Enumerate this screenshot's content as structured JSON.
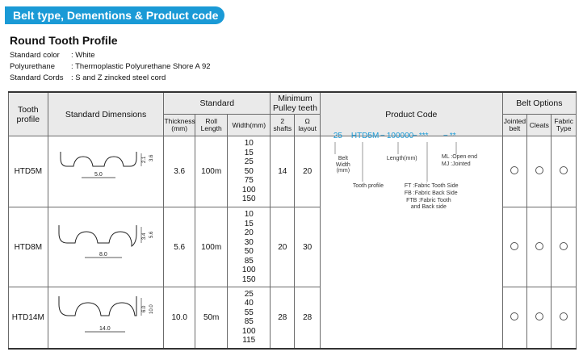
{
  "banner": "Belt type, Dementions & Product code",
  "title": "Round  Tooth Profile",
  "specs": [
    {
      "label": "Standard color",
      "value": ":  White"
    },
    {
      "label": "Polyurethane",
      "value": ":  Thermoplastic Polyurethane Shore A 92"
    },
    {
      "label": "Standard Cords",
      "value": ":  S and Z zincked steel cord"
    }
  ],
  "headers": {
    "tooth": "Tooth profile",
    "dims": "Standard Dimensions",
    "standard": "Standard",
    "minpulley": "Minimum Pulley teeth",
    "product": "Product Code",
    "options": "Belt Options",
    "thickness": "Thickness (mm)",
    "roll": "Roll Length",
    "width": "Width(mm)",
    "shafts2": "2 shafts",
    "omega": "Ω layout",
    "jointed": "Jointed belt",
    "cleats": "Cleats",
    "fabric": "Fabric Type"
  },
  "rows": [
    {
      "profile": "HTD5M",
      "thickness": "3.6",
      "roll": "100m",
      "widths": [
        "10",
        "15",
        "25",
        "50",
        "75",
        "100",
        "150"
      ],
      "shafts": "14",
      "omega": "20",
      "dim_w": "5.0",
      "dim_h1": "2.1",
      "dim_h2": "3.6"
    },
    {
      "profile": "HTD8M",
      "thickness": "5.6",
      "roll": "100m",
      "widths": [
        "10",
        "15",
        "20",
        "30",
        "50",
        "85",
        "100",
        "150"
      ],
      "shafts": "20",
      "omega": "30",
      "dim_w": "8.0",
      "dim_h1": "3.4",
      "dim_h2": "5.6"
    },
    {
      "profile": "HTD14M",
      "thickness": "10.0",
      "roll": "50m",
      "widths": [
        "25",
        "40",
        "55",
        "85",
        "100",
        "115"
      ],
      "shafts": "28",
      "omega": "28",
      "dim_w": "14.0",
      "dim_h1": "6.0",
      "dim_h2": "10.0"
    }
  ],
  "product_code": {
    "parts": [
      "25",
      "HTD5M",
      "100000",
      "***",
      "**"
    ],
    "belt_width": "Belt Width (mm)",
    "length": "Length(mm)",
    "tooth_profile": "Tooth profile",
    "ml": "ML :Open end",
    "mj": "MJ :Jointed",
    "ft": "FT  :Fabric Tooth Side",
    "fb": "FB  :Fabric Back Side",
    "ftb": "FTB :Fabric Tooth and Back side"
  }
}
